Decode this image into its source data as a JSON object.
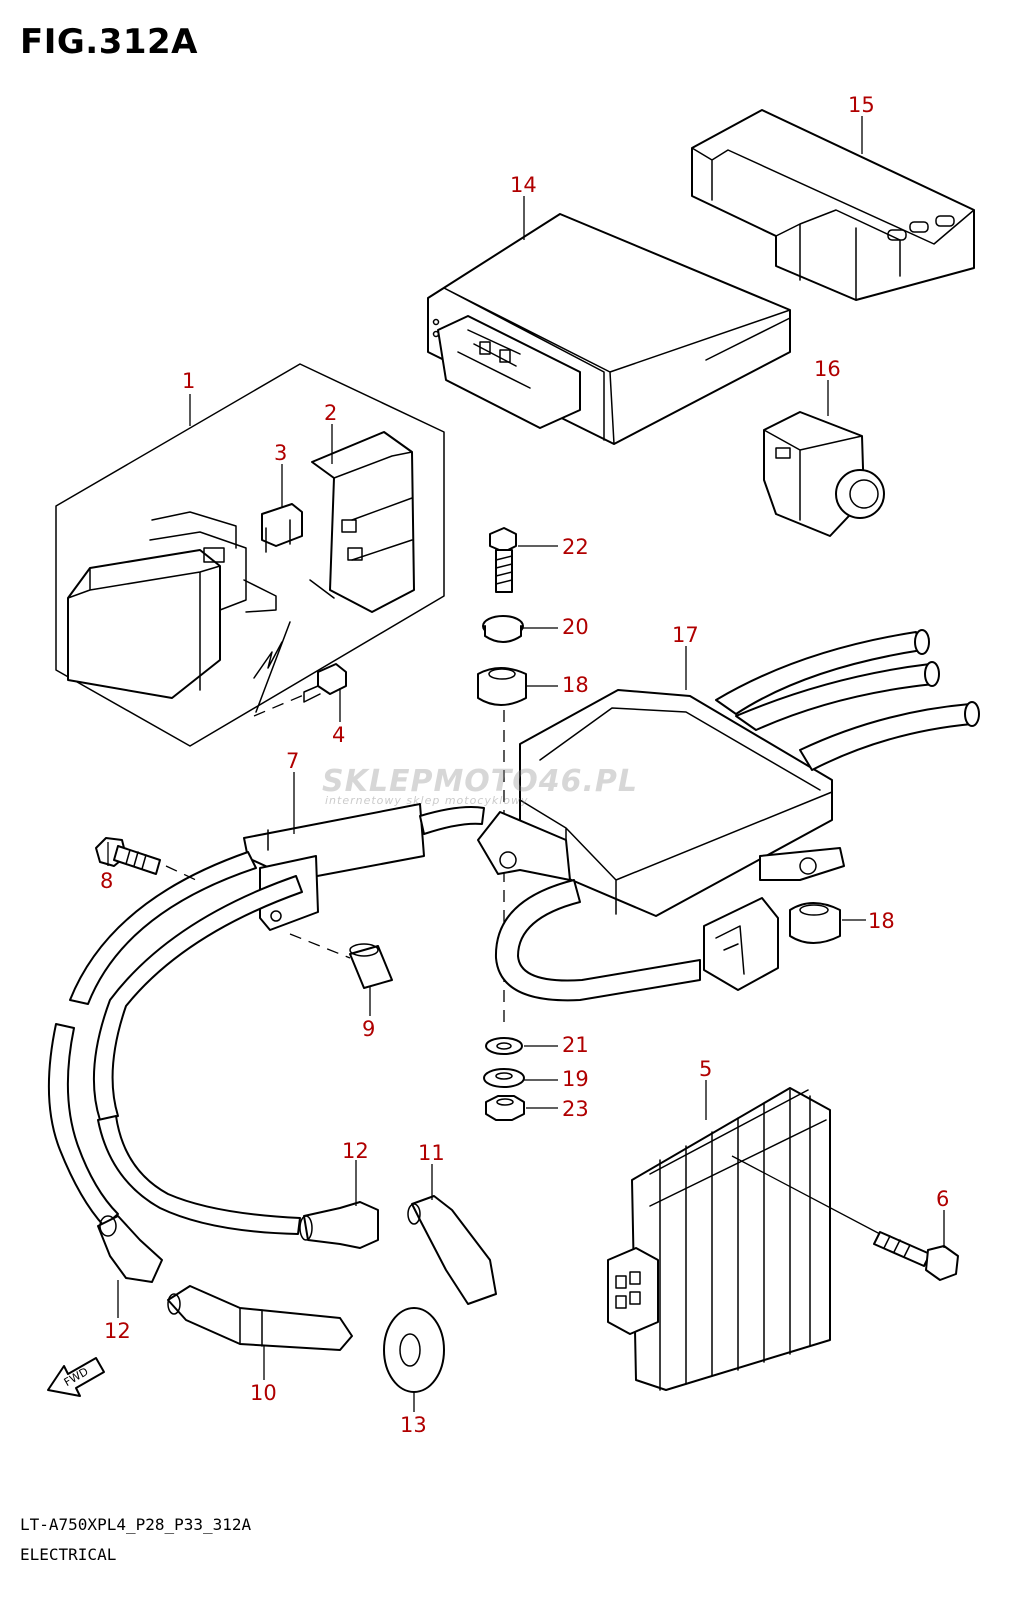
{
  "figure": {
    "title": "FIG.312A",
    "code": "LT-A750XPL4_P28_P33_312A",
    "section": "ELECTRICAL",
    "fwd_label": "FWD",
    "watermark": "SKLEPMOTO46.PL",
    "watermark_sub": "internetowy sklep motocyklowy"
  },
  "colors": {
    "callout": "#b00000",
    "line": "#000000"
  },
  "callouts": {
    "c1": "1",
    "c2": "2",
    "c3": "3",
    "c4": "4",
    "c5": "5",
    "c6": "6",
    "c7": "7",
    "c8": "8",
    "c9": "9",
    "c10": "10",
    "c11": "11",
    "c12a": "12",
    "c12b": "12",
    "c13": "13",
    "c14": "14",
    "c15": "15",
    "c16": "16",
    "c17": "17",
    "c18a": "18",
    "c18b": "18",
    "c19": "19",
    "c20": "20",
    "c21": "21",
    "c22": "22",
    "c23": "23"
  }
}
